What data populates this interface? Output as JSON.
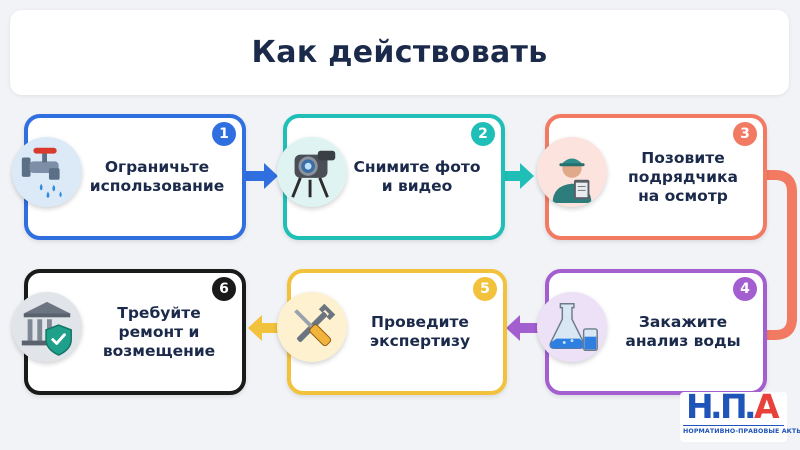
{
  "title": "Как действовать",
  "steps": [
    {
      "number": "1",
      "label": "Ограничьте\nиспользование",
      "color": "#2f6fe0",
      "icon": "faucet-icon"
    },
    {
      "number": "2",
      "label": "Снимите фото\nи видео",
      "color": "#1fbfb8",
      "icon": "camera-icon"
    },
    {
      "number": "3",
      "label": "Позовите\nподрядчика\nна осмотр",
      "color": "#f27a63",
      "icon": "inspector-icon"
    },
    {
      "number": "4",
      "label": "Закажите\nанализ воды",
      "color": "#a35fd0",
      "icon": "flask-icon"
    },
    {
      "number": "5",
      "label": "Проведите\nэкспертизу",
      "color": "#f2c23c",
      "icon": "tools-icon"
    },
    {
      "number": "6",
      "label": "Требуйте\nремонт и\nвозмещение",
      "color": "#1a1a1a",
      "icon": "court-shield-icon"
    }
  ],
  "logo": {
    "letter_n": "Н",
    "letter_p": "П",
    "letter_a": "А",
    "dot": ".",
    "tagline": "НОРМАТИВНО-ПРАВОВЫЕ АКТЫ",
    "color_blue": "#1f54b8",
    "color_red": "#e8403a"
  }
}
